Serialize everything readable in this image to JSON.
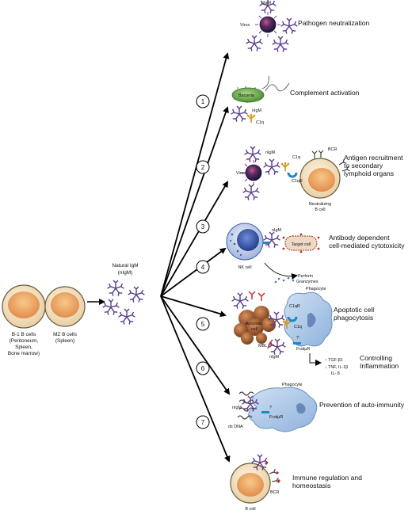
{
  "source_cells": {
    "b1": {
      "name": "B-1 B cells",
      "locations": [
        "(Peritoneum,",
        "Spleen,",
        "Bone marrow)"
      ]
    },
    "mz": {
      "name": "MZ B cells",
      "locations": [
        "(Spleen)"
      ]
    }
  },
  "natural_igm": {
    "line1": "Natural IgM",
    "line2": "(nIgM)"
  },
  "functions": [
    {
      "number": "",
      "title": [
        "Pathogen neutralization"
      ],
      "labels": [
        "Virus",
        "nIgM"
      ]
    },
    {
      "number": "1",
      "title": [
        "Complement activation"
      ],
      "labels": [
        "Bacteria",
        "nIgM",
        "C1q"
      ]
    },
    {
      "number": "2",
      "title": [
        "Antigen recruitment",
        "to secondary",
        "lymphoid organs"
      ],
      "labels": [
        "Virus",
        "nIgM",
        "C1q",
        "C1qR",
        "BCR",
        "Neutralizing",
        "B cell"
      ]
    },
    {
      "number": "3",
      "title": [
        "Antibody dependent",
        "cell-mediated cytotoxicity"
      ],
      "labels": [
        "nIgM",
        "NK cell",
        "Target cell",
        "Perforin",
        "Granzymes"
      ]
    },
    {
      "number": "4",
      "title": [
        "Apoptotic cell",
        "phagocytosis"
      ],
      "labels": [
        "Apoptotic",
        "cell",
        "Phagocyte",
        "C1qR",
        "C1q",
        "MBL",
        "nIgM",
        "FcαlμR",
        "?"
      ]
    },
    {
      "number": "5",
      "title": [
        "Controlling",
        "Inflammation"
      ],
      "labels": [
        "↑ TGF-β1",
        "↓ TNF, IL-1β",
        "IL- 8"
      ]
    },
    {
      "number": "6",
      "title": [
        "Prevention of auto-immunity"
      ],
      "labels": [
        "Phagocyte",
        "nIgM",
        "ds DNA",
        "FcαlμR",
        "?"
      ]
    },
    {
      "number": "7",
      "title": [
        "Immune regulation and",
        "homeostasis"
      ],
      "labels": [
        "B cell",
        "BCR"
      ]
    }
  ],
  "colors": {
    "igm": "#5a3d8c",
    "arrow": "#000000",
    "cell_outer": "#f3e4c6",
    "nucleus": "#e89a55",
    "virus": "#2d1e52",
    "bacteria": "#6aa84f",
    "phagocyte": "#a9c6e6",
    "apoptotic": "#a9663c",
    "nk": "#3d5faa",
    "receptor": "#1e88c8",
    "c1q": "#d9961c",
    "red_antigen": "#c0302b"
  }
}
